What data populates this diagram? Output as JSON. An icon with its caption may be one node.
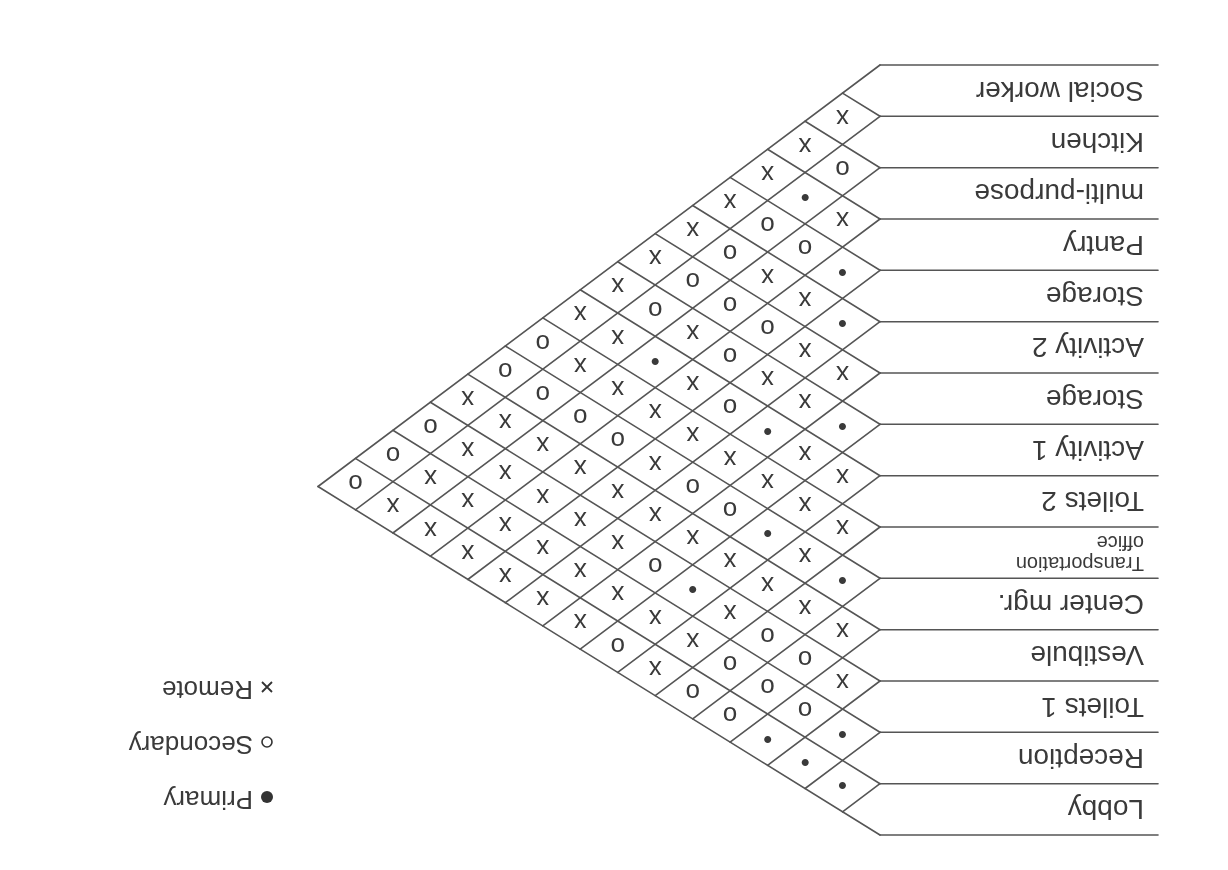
{
  "diagram": {
    "nodes": [
      {
        "text": [
          "Lobby"
        ]
      },
      {
        "text": [
          "Reception"
        ]
      },
      {
        "text": [
          "Toilets 1"
        ]
      },
      {
        "text": [
          "Vestibule"
        ]
      },
      {
        "text": [
          "Center mgr."
        ]
      },
      {
        "text": [
          "Transportation office"
        ]
      },
      {
        "text": [
          "Toilets 2"
        ]
      },
      {
        "text": [
          "Activity 1"
        ]
      },
      {
        "text": [
          "Storage"
        ]
      },
      {
        "text": [
          "Activity 2"
        ]
      },
      {
        "text": [
          "Storage"
        ]
      },
      {
        "text": [
          "Pantry"
        ]
      },
      {
        "text": [
          "multi-purpose"
        ]
      },
      {
        "text": [
          "Kitchen"
        ]
      },
      {
        "text": [
          "Social worker"
        ]
      }
    ],
    "labels": [
      "•",
      "•",
      "•",
      "o",
      "o",
      "x",
      "o",
      "x",
      "x",
      "x",
      "x",
      "x",
      "x",
      "o",
      "•",
      "o",
      "o",
      "o",
      "x",
      "x",
      "x",
      "x",
      "x",
      "x",
      "x",
      "x",
      "o",
      "x",
      "o",
      "o",
      "x",
      "•",
      "o",
      "x",
      "x",
      "x",
      "x",
      "x",
      "o",
      "x",
      "x",
      "x",
      "x",
      "x",
      "x",
      "x",
      "x",
      "x",
      "x",
      "x",
      "•",
      "x",
      "•",
      "o",
      "o",
      "x",
      "o",
      "o",
      "o",
      "o",
      "x",
      "x",
      "x",
      "x",
      "x",
      "x",
      "x",
      "x",
      "o",
      "x",
      "x",
      "•",
      "o",
      "x",
      "•",
      "x",
      "x",
      "•",
      "x",
      "x",
      "o",
      "x",
      "o",
      "x",
      "x",
      "x",
      "o",
      "o",
      "o",
      "x",
      "•",
      "x",
      "x",
      "o",
      "x",
      "•",
      "o",
      "o",
      "x",
      "x",
      "•",
      "x",
      "o",
      "x",
      "x"
    ],
    "legend": [
      {
        "text": "Primary"
      },
      {
        "text": "Secondary"
      },
      {
        "text": "Remote"
      }
    ]
  }
}
